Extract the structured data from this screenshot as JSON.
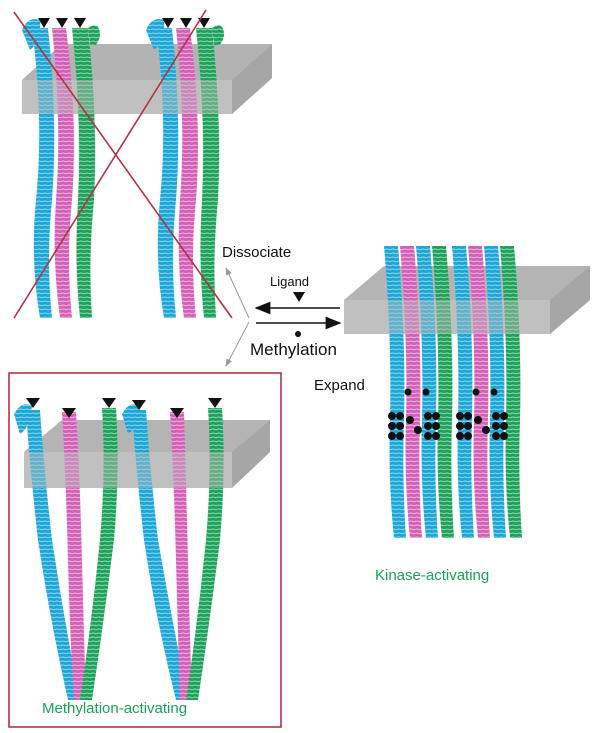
{
  "labels": {
    "dissociate": "Dissociate",
    "ligand": "Ligand",
    "methylation": "Methylation",
    "expand": "Expand",
    "kinase_activating": "Kinase-activating",
    "methylation_activating": "Methylation-activating"
  },
  "colors": {
    "helix_cyan": "#1aa6d6",
    "helix_magenta": "#d35fb7",
    "helix_green": "#1fa05a",
    "membrane": "#b8b8b8",
    "cross_out": "#b3333f",
    "box_border": "#b3333f",
    "label_green": "#1aa05a"
  },
  "panels": {
    "top_left": {
      "state": "crossed-out"
    },
    "right": {
      "state": "kinase-activating",
      "methylation_marks": true
    },
    "bottom_left": {
      "state": "methylation-activating",
      "boxed": true
    }
  }
}
